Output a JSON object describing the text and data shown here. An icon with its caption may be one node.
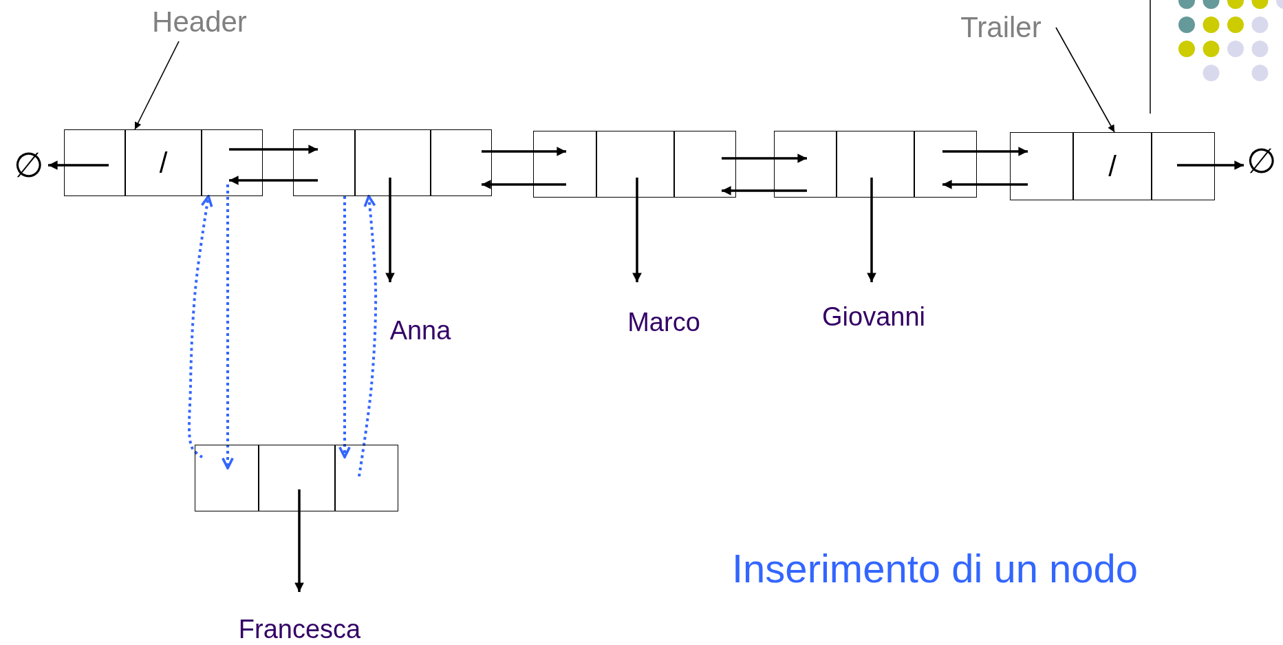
{
  "diagram": {
    "title": "Inserimento di un nodo",
    "nodes": [
      {
        "text": [
          "Header"
        ]
      },
      {
        "text": [
          "Trailer"
        ]
      },
      {
        "text": [
          "∅"
        ]
      },
      {
        "text": [],
        "shape": "box"
      },
      {
        "text": [
          "/"
        ]
      },
      {
        "text": [],
        "shape": "box"
      },
      {
        "text": [],
        "shape": "box"
      },
      {
        "text": [],
        "shape": "box"
      },
      {
        "text": [],
        "shape": "box"
      },
      {
        "text": [],
        "shape": "box"
      },
      {
        "text": [],
        "shape": "box"
      },
      {
        "text": [],
        "shape": "box"
      },
      {
        "text": [],
        "shape": "box"
      },
      {
        "text": [],
        "shape": "box"
      },
      {
        "text": [],
        "shape": "box"
      },
      {
        "text": [],
        "shape": "box"
      },
      {
        "text": [
          "/"
        ]
      },
      {
        "text": [],
        "shape": "box"
      },
      {
        "text": [
          "∅"
        ]
      },
      {
        "text": [
          "Anna"
        ]
      },
      {
        "text": [
          "Marco"
        ]
      },
      {
        "text": [
          "Giovanni"
        ]
      },
      {
        "text": [],
        "shape": "box"
      },
      {
        "text": [],
        "shape": "box"
      },
      {
        "text": [],
        "shape": "box"
      },
      {
        "text": [
          "Francesca"
        ]
      }
    ],
    "edges": [
      {
        "from": 0,
        "to": 4,
        "arrow": "to"
      },
      {
        "from": 1,
        "to": 16,
        "arrow": "to"
      },
      {
        "from": 3,
        "to": 2,
        "arrow": "to"
      },
      {
        "from": 5,
        "to": 6,
        "arrow": "to"
      },
      {
        "from": 6,
        "to": 5,
        "arrow": "to"
      },
      {
        "from": 8,
        "to": 9,
        "arrow": "to"
      },
      {
        "from": 9,
        "to": 8,
        "arrow": "to"
      },
      {
        "from": 11,
        "to": 12,
        "arrow": "to"
      },
      {
        "from": 12,
        "to": 11,
        "arrow": "to"
      },
      {
        "from": 14,
        "to": 15,
        "arrow": "to"
      },
      {
        "from": 15,
        "to": 14,
        "arrow": "to"
      },
      {
        "from": 17,
        "to": 18,
        "arrow": "to"
      },
      {
        "from": 7,
        "to": 19,
        "arrow": "to"
      },
      {
        "from": 10,
        "to": 20,
        "arrow": "to"
      },
      {
        "from": 13,
        "to": 21,
        "arrow": "to"
      },
      {
        "from": 5,
        "to": 22,
        "arrow": "to",
        "style": "dashed",
        "color": "#3366ff"
      },
      {
        "from": 22,
        "to": 5,
        "arrow": "to",
        "style": "dashed",
        "color": "#3366ff"
      },
      {
        "from": 6,
        "to": 24,
        "arrow": "to",
        "style": "dashed",
        "color": "#3366ff"
      },
      {
        "from": 24,
        "to": 7,
        "arrow": "to",
        "style": "dashed",
        "color": "#3366ff"
      },
      {
        "from": 23,
        "to": 25,
        "arrow": "to"
      }
    ]
  }
}
